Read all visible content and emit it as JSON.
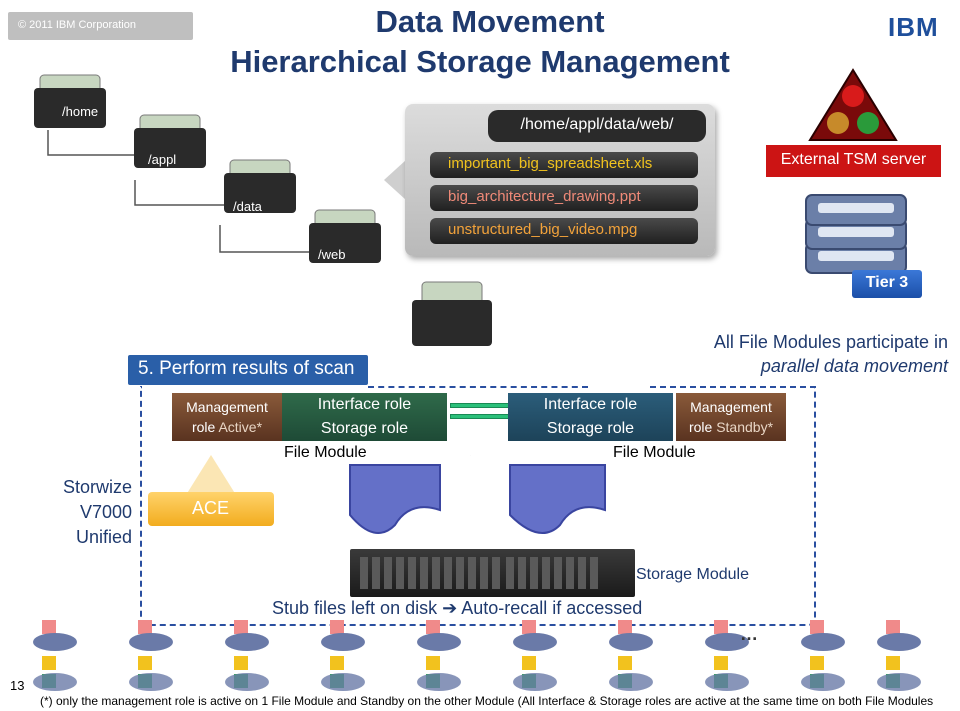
{
  "header": {
    "copyright": "© 2011 IBM Corporation",
    "logo": "IBM",
    "title_line1": "Data Movement",
    "title_line2": "Hierarchical Storage Management"
  },
  "folders": [
    "/home",
    "/appl",
    "/data",
    "/web"
  ],
  "popup": {
    "path": "/home/appl/data/web/",
    "files": [
      {
        "name": "important_big_spreadsheet.xls",
        "color": "#f0c21e"
      },
      {
        "name": "big_architecture_drawing.ppt",
        "color": "#f08a78"
      },
      {
        "name": "unstructured_big_video.mpg",
        "color": "#f2a23a"
      }
    ]
  },
  "tsm": {
    "label": "External TSM server",
    "tier": "Tier 3"
  },
  "scan": {
    "step": "5. Perform results of scan",
    "participate_line1": "All File Modules participate in",
    "participate_line2": "parallel data movement"
  },
  "file_modules": [
    {
      "mgmt_line1": "Management",
      "mgmt_line2_role": "role",
      "mgmt_line2_state": "Active*",
      "interface": "Interface role",
      "storage": "Storage role",
      "label": "File Module"
    },
    {
      "mgmt_line1": "Management",
      "mgmt_line2_role": "role",
      "mgmt_line2_state": "Standby*",
      "interface": "Interface role",
      "storage": "Storage role",
      "label": "File Module"
    }
  ],
  "storwize": {
    "line1": "Storwize",
    "line2": "V7000",
    "line3": "Unified"
  },
  "ace": "ACE",
  "storage_module": "Storage Module",
  "stub": {
    "left": "Stub files left on disk",
    "arrow": "➔",
    "right": "Auto-recall if accessed"
  },
  "ellipsis": "…",
  "footnote": "(*) only the management role is active on 1 File Module and Standby on the other Module (All Interface & Storage roles are active at the same time on both File Modules",
  "page_number": "13",
  "colors": {
    "title": "#1f3a6e",
    "accent_red": "#cc1414",
    "accent_blue": "#2a5fa8",
    "ace": "#f2ac1e"
  }
}
